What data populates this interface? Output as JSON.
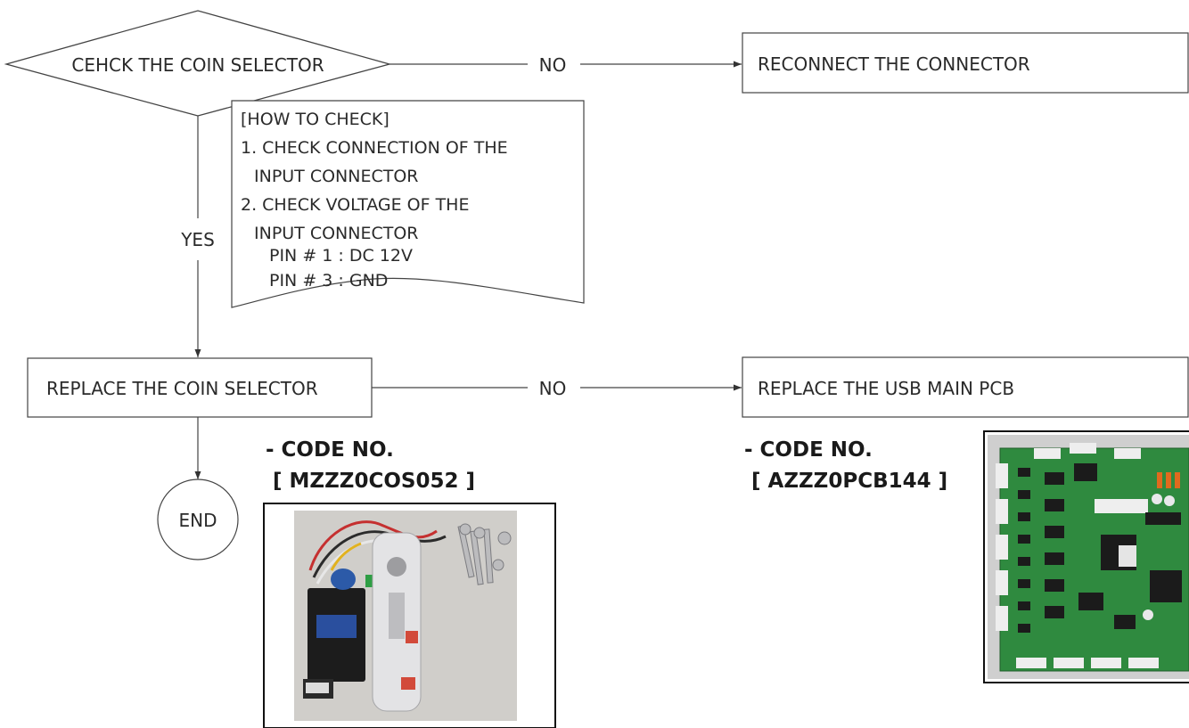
{
  "flowchart": {
    "decision": {
      "label": "CEHCK THE COIN SELECTOR"
    },
    "branches": {
      "top_no": "NO",
      "yes": "YES",
      "middle_no": "NO"
    },
    "boxes": {
      "reconnect": "RECONNECT THE CONNECTOR",
      "replace_selector": "REPLACE THE COIN SELECTOR",
      "replace_pcb": "REPLACE THE USB MAIN PCB"
    },
    "end": "END",
    "how_to_check": {
      "title": "[HOW TO CHECK]",
      "lines": [
        "1. CHECK CONNECTION OF THE",
        "INPUT CONNECTOR",
        "2. CHECK VOLTAGE OF THE",
        "INPUT CONNECTOR",
        "PIN # 1 : DC 12V",
        "PIN # 3 : GND"
      ]
    }
  },
  "parts": {
    "coin_selector": {
      "code_label": "- CODE NO.",
      "code": "[ MZZZ0COS052 ]",
      "photo_icon": "coin-selector-photo"
    },
    "main_pcb": {
      "code_label": "- CODE NO.",
      "code": "[ AZZZ0PCB144 ]",
      "photo_icon": "pcb-board-photo"
    }
  }
}
